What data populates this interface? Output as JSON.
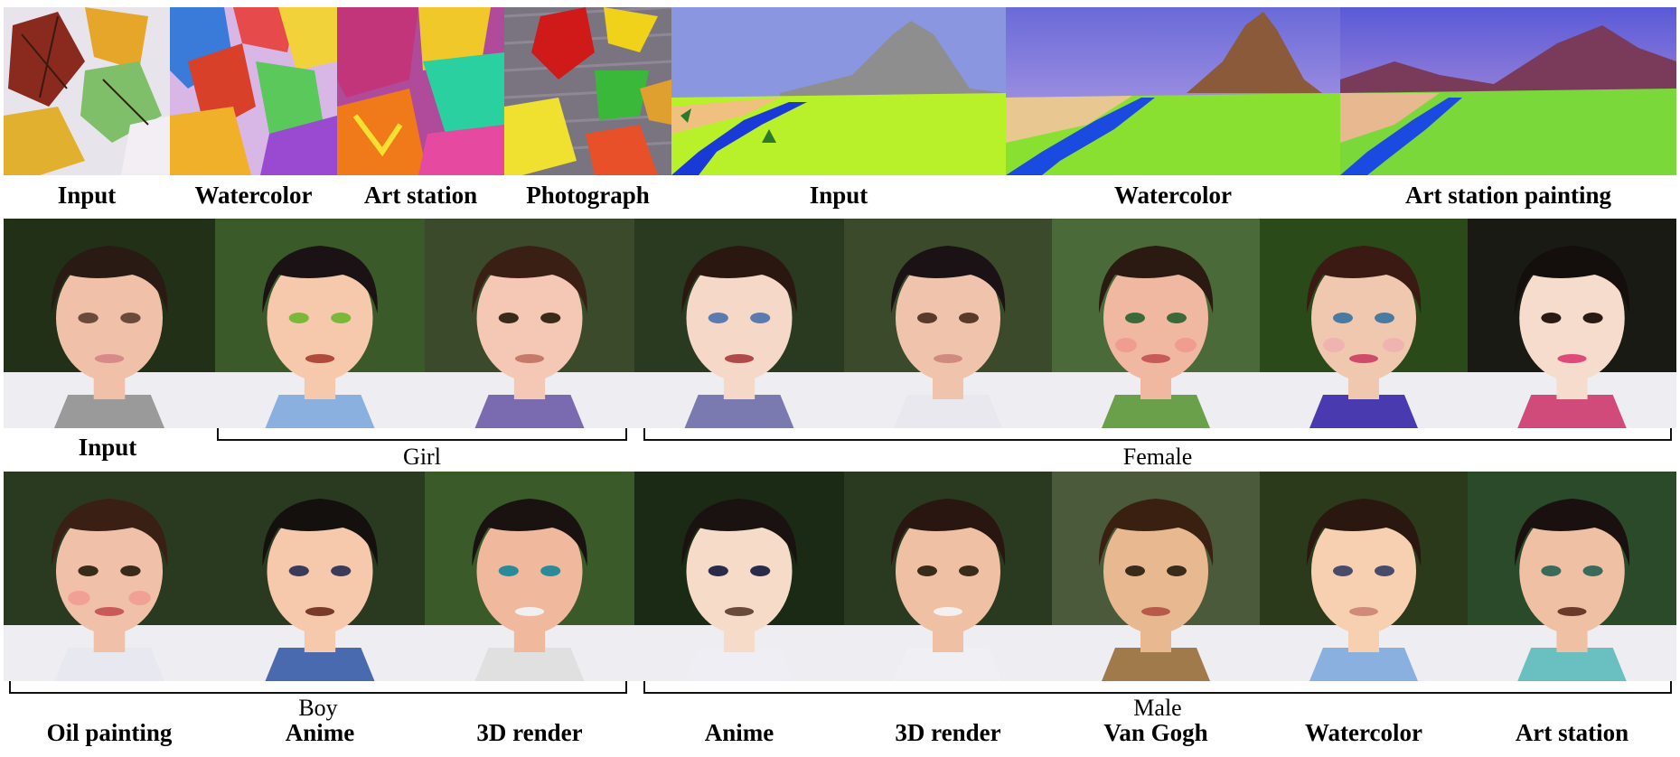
{
  "figure": {
    "row1_labels": [
      "Input",
      "Watercolor",
      "Art station",
      "Photograph",
      "Input",
      "Watercolor",
      "Art station painting"
    ],
    "row2_input_label": "Input",
    "row2_groups": [
      "Girl",
      "Female"
    ],
    "row3_groups": [
      "Boy",
      "Male"
    ],
    "row3_labels": [
      "Oil painting",
      "Anime",
      "3D render",
      "Anime",
      "3D render",
      "Van Gogh",
      "Watercolor",
      "Art station"
    ]
  }
}
